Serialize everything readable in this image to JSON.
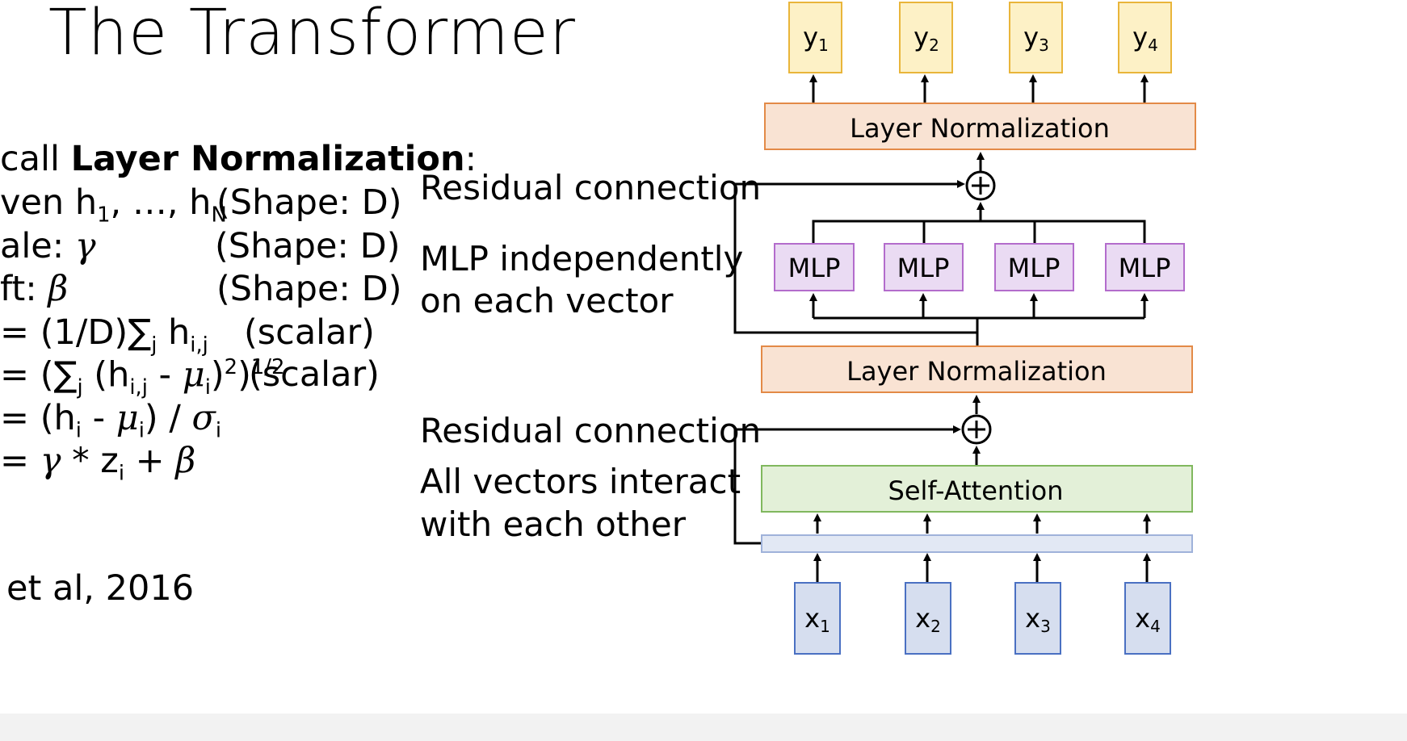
{
  "slide": {
    "title": "The Transformer"
  },
  "left": {
    "recall_prefix": "call ",
    "recall_bold": "Layer Normalization",
    "recall_suffix": ":",
    "given": "ven h",
    "given_sub1": "1",
    "given_mid": ", …, h",
    "given_subN": "N",
    "shape1": "(Shape: D)",
    "scale": "ale: ",
    "gamma": "γ",
    "shape2": "(Shape: D)",
    "shift": "ft: ",
    "beta": "β",
    "shape3": "(Shape: D)",
    "mu_line": "= (1/D)∑",
    "mu_sub_j": "j",
    "mu_h": " h",
    "mu_sub_ij": "i,j",
    "scalar1": "(scalar)",
    "sigma_line": "= (∑",
    "sigma_sub_j": "j",
    "sigma_h": " (h",
    "sigma_sub_ij": "i,j",
    "sigma_minus": " - ",
    "sigma_mu": "μ",
    "sigma_sub_i": "i",
    "sigma_close": ")",
    "sigma_sup2": "2",
    "sigma_close2": ")",
    "sigma_sup_half": "1/2",
    "scalar2": "(scalar)",
    "z_line": "= (h",
    "z_sub_i": "i",
    "z_minus": " - ",
    "z_mu": "μ",
    "z_sub_i2": "i",
    "z_div": ") / ",
    "z_sigma": "σ",
    "z_sub_i3": "i",
    "y_eq": "= ",
    "y_gamma": "γ",
    "y_mid": " * z",
    "y_sub_i": "i",
    "y_plus": " + ",
    "y_beta": "β",
    "citation": "et al, 2016"
  },
  "labels": {
    "residual_top": "Residual connection",
    "mlp_line1": "MLP independently",
    "mlp_line2": "on each vector",
    "residual_bottom": "Residual connection",
    "attn_line1": "All vectors interact",
    "attn_line2": "with each other"
  },
  "diagram": {
    "outputs": [
      "y",
      "y",
      "y",
      "y"
    ],
    "output_subs": [
      "1",
      "2",
      "3",
      "4"
    ],
    "inputs": [
      "x",
      "x",
      "x",
      "x"
    ],
    "input_subs": [
      "1",
      "2",
      "3",
      "4"
    ],
    "layer_norm_top": "Layer Normalization",
    "layer_norm_bottom": "Layer Normalization",
    "mlps": [
      "MLP",
      "MLP",
      "MLP",
      "MLP"
    ],
    "self_attention": "Self-Attention",
    "plus_symbol": "+",
    "colors": {
      "output_fill": "#fdf1c6",
      "output_stroke": "#e9b53a",
      "ln_fill": "#f9e3d3",
      "ln_stroke": "#e38a47",
      "mlp_fill": "#eadbf3",
      "mlp_stroke": "#b36ccc",
      "attn_fill": "#e3f0d8",
      "attn_stroke": "#80b85e",
      "input_fill": "#d6deef",
      "input_stroke": "#4a70c2",
      "embed_fill": "#e2e8f4",
      "embed_stroke": "#9fb2da"
    }
  }
}
